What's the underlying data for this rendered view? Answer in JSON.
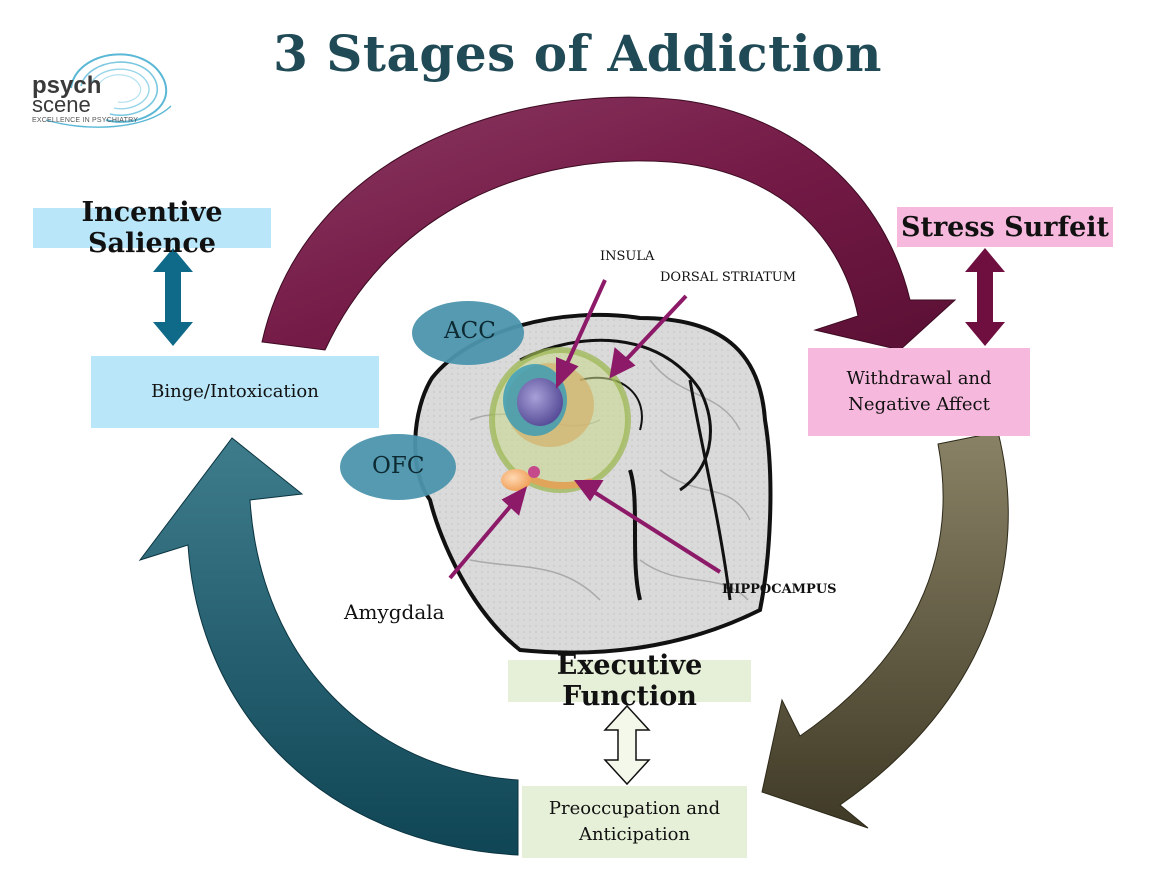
{
  "title": "3 Stages of Addiction",
  "logo": {
    "word1": "psych",
    "word2": "scene",
    "tagline": "EXCELLENCE IN PSYCHIATRY"
  },
  "stages": {
    "binge": {
      "domain": "Incentive Salience",
      "stage": "Binge/Intoxication",
      "domain_color": "#b9e6f8",
      "stage_color": "#b9e6f8",
      "arrow_color": "#0f6a8a"
    },
    "withdrawal": {
      "domain": "Stress Surfeit",
      "stage": "Withdrawal and Negative Affect",
      "domain_color": "#f7b8dd",
      "stage_color": "#f7b8dd",
      "arrow_color": "#6e0f3f"
    },
    "preoccupation": {
      "domain": "Executive Function",
      "stage": "Preoccupation and Anticipation",
      "domain_color": "#e6f0d8",
      "stage_color": "#e6f0d8",
      "arrow_color": "#f4f8ea"
    }
  },
  "cycle_arrows": {
    "top_color": "#751b47",
    "right_color": "#57503a",
    "left_color": "#1b5a6a"
  },
  "brain": {
    "regions": {
      "acc": "ACC",
      "ofc": "OFC",
      "insula": "INSULA",
      "dorsal_striatum": "DORSAL STRIATUM",
      "hippocampus": "HIPPOCAMPUS",
      "amygdala": "Amygdala"
    },
    "oval_color": "#4c95ad",
    "pointer_color": "#8d1a68"
  }
}
